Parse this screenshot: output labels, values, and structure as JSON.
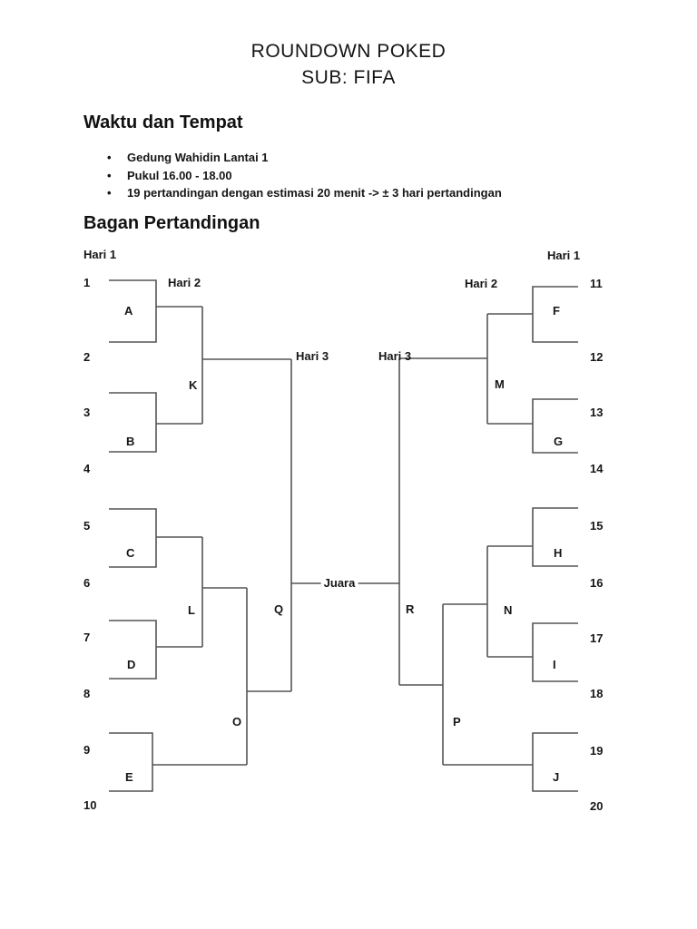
{
  "page": {
    "title_line1": "ROUNDOWN POKED",
    "title_line2": "SUB: FIFA"
  },
  "waktu": {
    "heading": "Waktu dan Tempat",
    "bullet_char": "•",
    "bullets": [
      "Gedung Wahidin Lantai 1",
      "Pukul 16.00 - 18.00",
      "19 pertandingan dengan estimasi 20 menit -> ± 3 hari pertandingan"
    ]
  },
  "bagan": {
    "heading": "Bagan Pertandingan",
    "champion_label": "Juara",
    "hari": {
      "left_top": "Hari 1",
      "left_round2": "Hari 2",
      "left_round3": "Hari 3",
      "right_round3": "Hari 3",
      "right_round2": "Hari 2",
      "right_top": "Hari 1"
    },
    "left_numbers": [
      "1",
      "2",
      "3",
      "4",
      "5",
      "6",
      "7",
      "8",
      "9",
      "10"
    ],
    "right_numbers": [
      "11",
      "12",
      "13",
      "14",
      "15",
      "16",
      "17",
      "18",
      "19",
      "20"
    ],
    "letters": {
      "A": "A",
      "B": "B",
      "C": "C",
      "D": "D",
      "E": "E",
      "F": "F",
      "G": "G",
      "H": "H",
      "I": "I",
      "J": "J",
      "K": "K",
      "L": "L",
      "M": "M",
      "N": "N",
      "O": "O",
      "P": "P",
      "Q": "Q",
      "R": "R"
    }
  }
}
